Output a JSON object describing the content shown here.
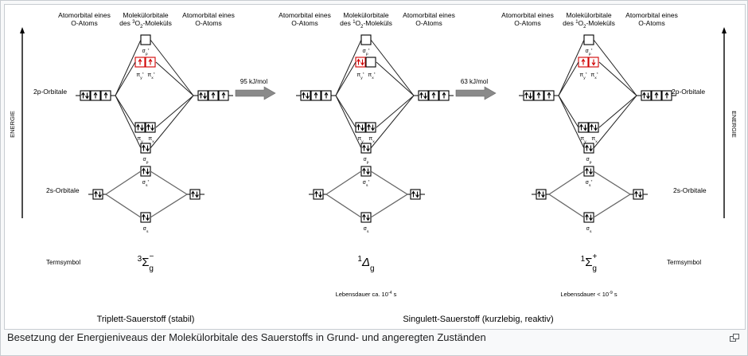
{
  "header": {
    "ao": [
      "Atomorbital eines",
      "O-Atoms"
    ],
    "mo_prefix": "Molekülorbitale",
    "mo_triplet": [
      "des ",
      "3",
      "O",
      "2",
      "-Moleküls"
    ],
    "mo_singlet": [
      "des ",
      "1",
      "O",
      "2",
      "-Moleküls"
    ]
  },
  "labels": {
    "p_orbitals": "2p-Orbitale",
    "s_orbitals": "2s-Orbitale",
    "energy": "ENERGIE",
    "termsymbol": "Termsymbol"
  },
  "arrows": [
    {
      "text": "95 kJ/mol"
    },
    {
      "text": "63 kJ/mol"
    }
  ],
  "orbital_names": {
    "sigma": "σ",
    "pi": "π",
    "sub_p": "p",
    "sub_s": "s",
    "sub_x": "x",
    "sub_y": "y",
    "star": "*"
  },
  "terms": {
    "triplet": {
      "sup": "3",
      "symbol": "Σ",
      "sup2": "−",
      "sub": "g"
    },
    "delta": {
      "sup": "1",
      "symbol": "Δ",
      "sub": "g"
    },
    "sigma_plus": {
      "sup": "1",
      "symbol": "Σ",
      "sup2": "+",
      "sub": "g"
    }
  },
  "lifetimes": [
    {
      "text": "Lebensdauer  ca. 10",
      "exp": "-4",
      "unit": " s"
    },
    {
      "text": "Lebensdauer  < 10",
      "exp": "-9",
      "unit": " s"
    }
  ],
  "bottom_labels": {
    "triplet": "Triplett-Sauerstoff (stabil)",
    "singlet": "Singulett-Sauerstoff (kurzlebig, reaktiv)"
  },
  "caption": "Besetzung der Energieniveaus der Molekülorbitale des Sauerstoffs in Grund- und angeregten Zuständen",
  "colors": {
    "electron": "#000000",
    "excited_electron": "#d00000",
    "box_highlight": "#d00000",
    "arrow_fill": "#8a8a8a"
  },
  "icons": [
    "magnify-icon"
  ]
}
